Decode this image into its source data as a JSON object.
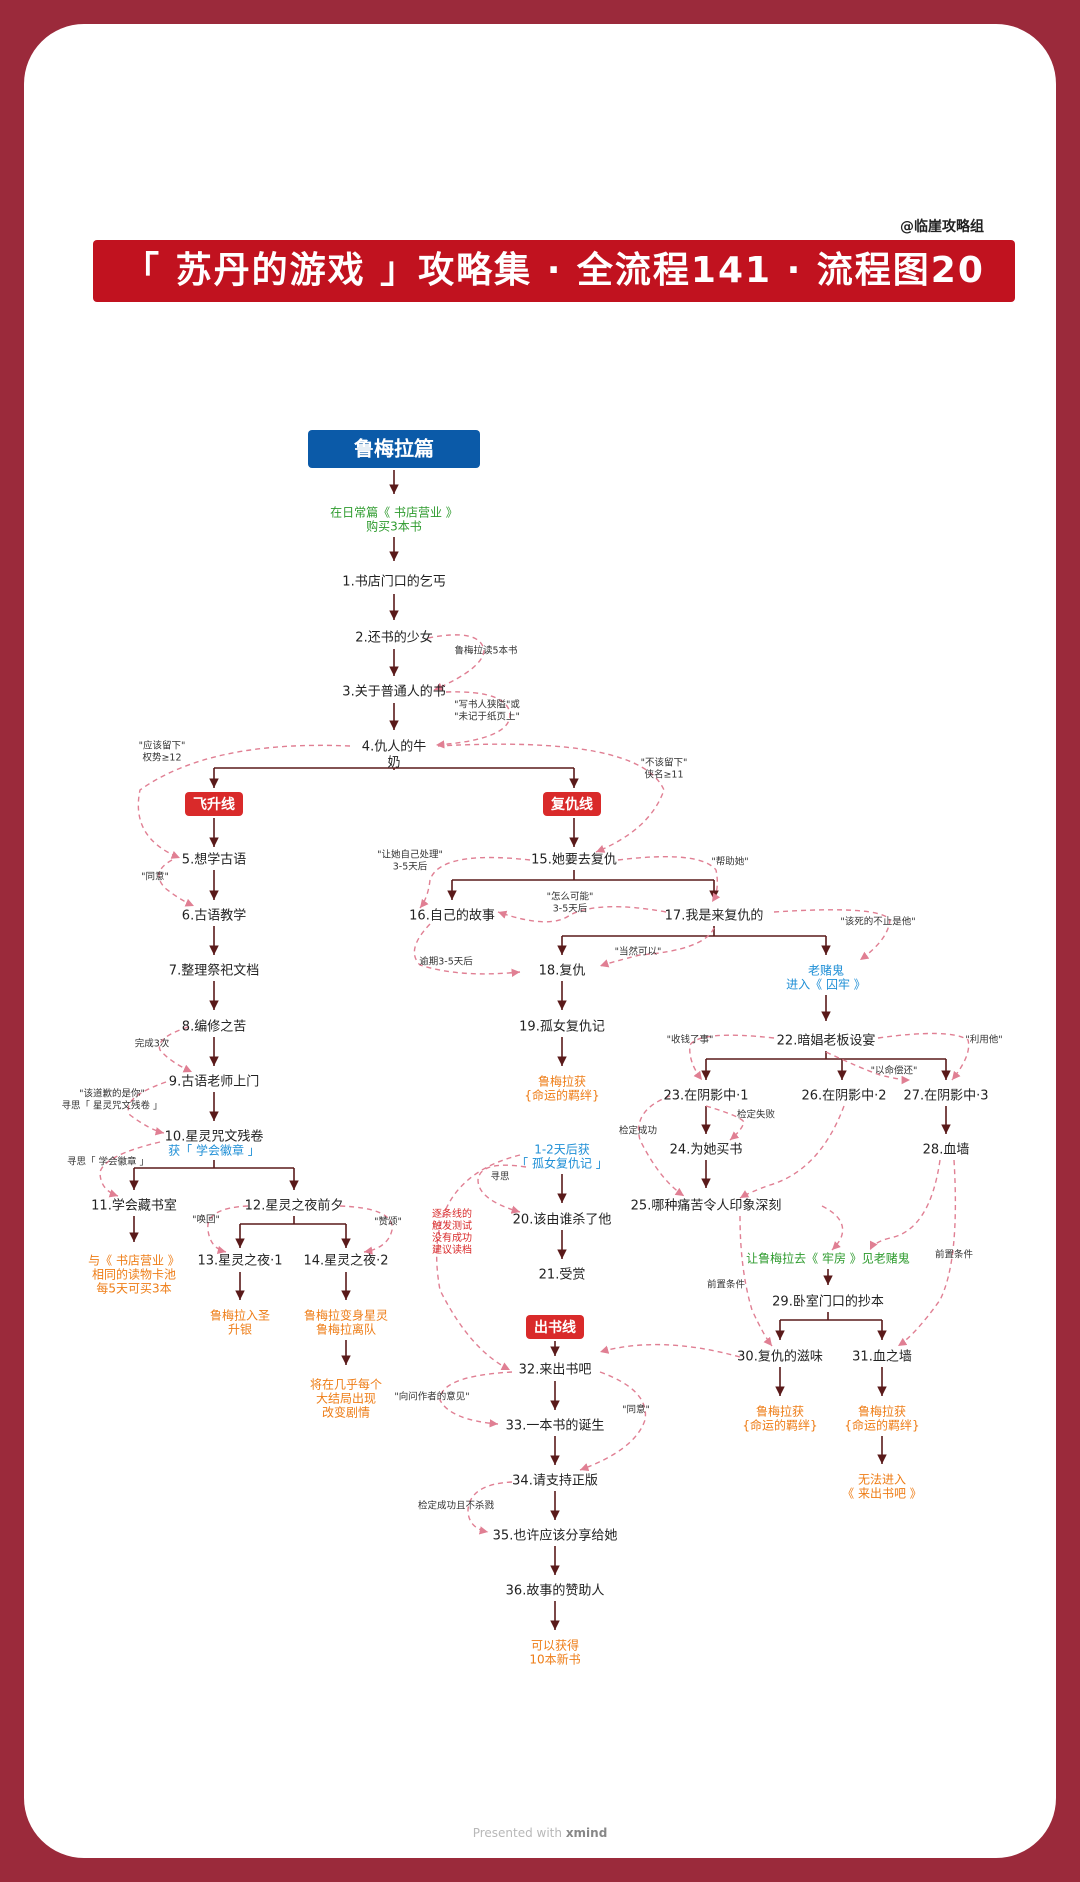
{
  "credit": "@临崖攻略组",
  "title": "「 苏丹的游戏 」攻略集 · 全流程141 · 流程图20",
  "colors": {
    "background": "#9b2a3b",
    "banner": "#c1121f",
    "blue": "#0b5aa8",
    "node": "#222222",
    "green": "#2e9b2e",
    "orange": "#ee7d17",
    "cyan": "#1f8fd6",
    "red": "#d92a2a",
    "edge": "#5a1a1a",
    "dashed": "#e07f93"
  },
  "sections": {
    "main": "鲁梅拉篇",
    "fly": "飞升线",
    "revenge": "复仇线",
    "book": "出书线"
  },
  "nodes": {
    "n1": "1.书店门口的乞丐",
    "n2": "2.还书的少女",
    "n3": "3.关于普通人的书",
    "n4": "4.仇人的牛",
    "n4b": "奶",
    "n5": "5.想学古语",
    "n6": "6.古语教学",
    "n7": "7.整理祭祀文档",
    "n8": "8.编修之苦",
    "n9": "9.古语老师上门",
    "n10": "10.星灵咒文残卷",
    "n11": "11.学会藏书室",
    "n12": "12.星灵之夜前夕",
    "n13": "13.星灵之夜·1",
    "n14": "14.星灵之夜·2",
    "n15": "15.她要去复仇",
    "n16": "16.自己的故事",
    "n17": "17.我是来复仇的",
    "n18": "18.复仇",
    "n19": "19.孤女复仇记",
    "n20": "20.该由谁杀了他",
    "n21": "21.受赏",
    "n22": "22.暗娼老板设宴",
    "n23": "23.在阴影中·1",
    "n24": "24.为她买书",
    "n25": "25.哪种痛苦令人印象深刻",
    "n26": "26.在阴影中·2",
    "n27": "27.在阴影中·3",
    "n28": "28.血墙",
    "n29": "29.卧室门口的抄本",
    "n30": "30.复仇的滋味",
    "n31": "31.血之墙",
    "n32": "32.来出书吧",
    "n33": "33.一本书的诞生",
    "n34": "34.请支持正版",
    "n35": "35.也许应该分享给她",
    "n36": "36.故事的赞助人"
  },
  "results": {
    "r_start1": "在日常篇《 书店营业 》",
    "r_start2": "购买3本书",
    "r10": "获「 学会徽章 」",
    "r11a": "与《 书店营业 》",
    "r11b": "相同的读物卡池",
    "r11c": "每5天可买3本",
    "r13a": "鲁梅拉入圣",
    "r13b": "升银",
    "r14a": "鲁梅拉变身星灵",
    "r14b": "鲁梅拉离队",
    "r14c": "将在几乎每个",
    "r14d": "大结局出现",
    "r14e": "改变剧情",
    "r19a": "鲁梅拉获",
    "r19b": "{命运的羁绊}",
    "r_cyan1": "1-2天后获",
    "r_cyan2": "「 孤女复仇记 」",
    "r_gb1": "老赌鬼",
    "r_gb2": "进入《 囚牢 》",
    "r_prison": "让鲁梅拉去《 牢房 》见老赌鬼",
    "r30a": "鲁梅拉获",
    "r30b": "{命运的羁绊}",
    "r31a": "鲁梅拉获",
    "r31b": "{命运的羁绊}",
    "r31c": "无法进入",
    "r31d": "《 来出书吧 》",
    "r36a": "可以获得",
    "r36b": "10本新书"
  },
  "notes": {
    "a2": "鲁梅拉读5本书",
    "a3a": "\"写书人狭隘\"或",
    "a3b": "\"未记于纸页上\"",
    "a4la": "\"应该留下\"",
    "a4lb": "权势≥12",
    "a4ra": "\"不该留下\"",
    "a4rb": "侠名≥11",
    "a5": "\"同意\"",
    "a8": "完成3次",
    "a9a": "\"该道歉的是你\"",
    "a9b": "寻思「 星灵咒文残卷 」",
    "a10": "寻思「 学会徽章 」",
    "a12l": "\"唤回\"",
    "a12r": "\"赞颂\"",
    "a15la": "\"让她自己处理\"",
    "a15lb": "3-5天后",
    "a15r": "\"帮助她\"",
    "a17a": "\"怎么可能\"",
    "a17b": "3-5天后",
    "a18": "\"当然可以\"",
    "a16": "逾期3-5天后",
    "a17r": "\"该死的不止是他\"",
    "a22l": "\"收钱了事\"",
    "a22m": "\"以命偿还\"",
    "a22r": "\"利用他\"",
    "a23s": "检定成功",
    "a23f": "检定失败",
    "a20": "寻思",
    "aRed1": "逐条线的",
    "aRed2": "触发测试",
    "aRed3": "没有成功",
    "aRed4": "建议读档",
    "aPre1": "前置条件",
    "aPre2": "前置条件",
    "a33l": "\"向问作者的意见\"",
    "a33r": "\"同意\"",
    "a35": "检定成功且不杀戮"
  },
  "footer_prefix": "Presented with",
  "footer_brand": "xmind"
}
